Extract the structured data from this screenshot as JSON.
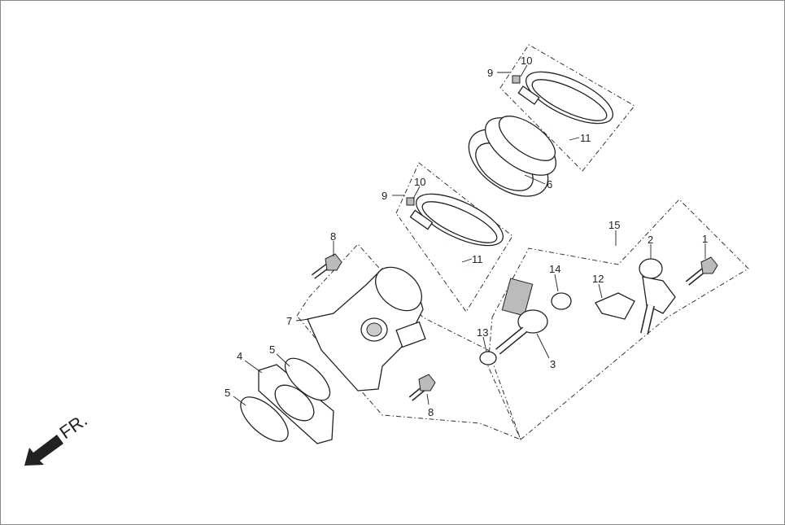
{
  "diagram": {
    "labels": {
      "top_clamp_9": "9",
      "top_clip_10": "10",
      "top_bolt_11": "11",
      "boot_6": "6",
      "mid_clamp_9": "9",
      "mid_clip_10": "10",
      "mid_bolt_11": "11",
      "bolt_8_upper": "8",
      "throttle_body_7": "7",
      "spacer_4": "4",
      "gasket_5_upper": "5",
      "gasket_5_lower": "5",
      "bolt_8_lower": "8",
      "assembly_15": "15",
      "fuel_rail_2": "2",
      "bolt_1": "1",
      "washer_14": "14",
      "clip_12": "12",
      "washer_13": "13",
      "injector_3": "3"
    },
    "front_indicator": "FR."
  }
}
